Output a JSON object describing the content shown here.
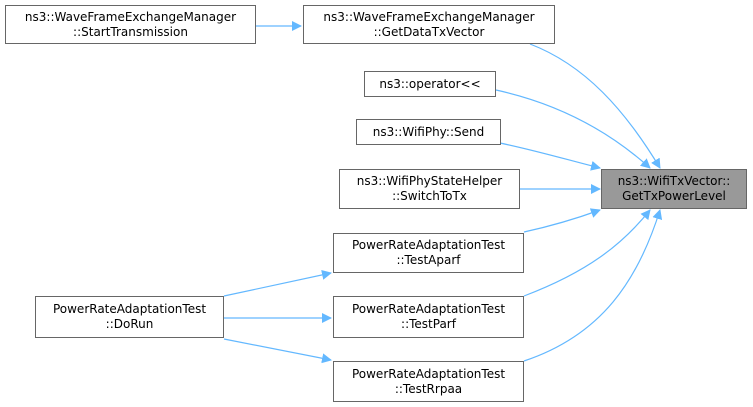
{
  "nodes": {
    "startTransmission": {
      "line1": "ns3::WaveFrameExchangeManager",
      "line2": "::StartTransmission"
    },
    "getDataTxVector": {
      "line1": "ns3::WaveFrameExchangeManager",
      "line2": "::GetDataTxVector"
    },
    "operatorStream": {
      "line1": "ns3::operator<<"
    },
    "wifiPhySend": {
      "line1": "ns3::WifiPhy::Send"
    },
    "switchToTx": {
      "line1": "ns3::WifiPhyStateHelper",
      "line2": "::SwitchToTx"
    },
    "getTxPowerLevel": {
      "line1": "ns3::WifiTxVector::",
      "line2": "GetTxPowerLevel"
    },
    "testAparf": {
      "line1": "PowerRateAdaptationTest",
      "line2": "::TestAparf"
    },
    "doRun": {
      "line1": "PowerRateAdaptationTest",
      "line2": "::DoRun"
    },
    "testParf": {
      "line1": "PowerRateAdaptationTest",
      "line2": "::TestParf"
    },
    "testRrpaa": {
      "line1": "PowerRateAdaptationTest",
      "line2": "::TestRrpaa"
    }
  },
  "colors": {
    "edge": "#63b8ff",
    "node_border": "#666666",
    "focus_fill": "#999999"
  }
}
